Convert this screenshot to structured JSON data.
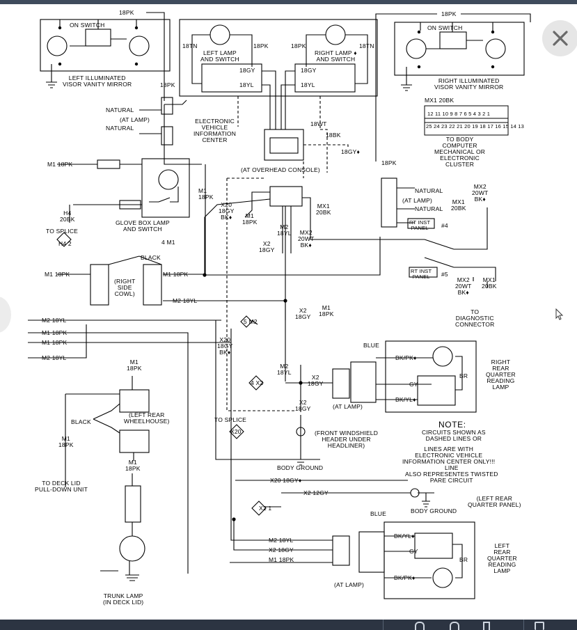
{
  "close_label": "close",
  "labels": {
    "l_18pk_top": "18PK",
    "l_18pk_top_right": "18PK",
    "l_on_switch_left": "ON SWITCH",
    "l_on_switch_right": "ON SWITCH",
    "l_left_visor": "LEFT ILLUMINATED\nVISOR VANITY MIRROR",
    "l_right_visor": "RIGHT ILLUMINATED\nVISOR VANITY MIRROR",
    "l_18tn_left": "18TN",
    "l_18pk_a": "18PK",
    "l_18pk_b": "18PK",
    "l_18tn_right": "18TN",
    "l_left_lamp_switch": "LEFT LAMP\nAND SWITCH",
    "l_right_lamp_switch": "RIGHT LAMP ♦\nAND SWITCH",
    "l_18gy_a": "18GY",
    "l_18gy_b": "18GY",
    "l_18yl_a": "18YL",
    "l_18yl_b": "18YL",
    "l_18pk_c": "18PK",
    "l_natural_a": "NATURAL",
    "l_at_lamp_a": "(AT LAMP)",
    "l_natural_b": "NATURAL",
    "l_evic": "ELECTRONIC\nVEHICLE\nINFORMATION\nCENTER",
    "l_18wt": "18WT",
    "l_18bk": "18BK",
    "l_18gy_c": "18GY♦",
    "l_overhead": "(AT OVERHEAD CONSOLE)",
    "l_mx1_20bk_top": "MX1 20BK",
    "l_conn_row1": "12 11 10 9 8 7 6 5 4 3 2 1",
    "l_conn_row2": "25 24 23 22 21 20 19 18 17 16 15 14 13",
    "l_body_computer": "TO BODY\nCOMPUTER\nMECHANICAL OR\nELECTRONIC\nCLUSTER",
    "l_m1_18pk_a": "M1 18PK",
    "l_m1_18pk_b": "M1\n18PK",
    "l_h4_20bk": "H4\n20BK",
    "l_to_splice_a": "TO SPLICE",
    "l_h4_2": "H4 2",
    "l_glove": "GLOVE BOX LAMP\nAND SWITCH",
    "l_x20_18gy_a": "X20\n18GY\nBK♦",
    "l_m1_18pk_c": "M1\n18PK",
    "l_4m1": "4 M1",
    "l_mx1_20bk_b": "MX1\n20BK",
    "l_m2_18yl_a": "M2\n18YL",
    "l_mx2_20wt_a": "MX2\n20WT\nBK♦",
    "l_x2_18gy_a": "X2\n18GY",
    "l_18pk_d": "18PK",
    "l_natural_c": "NATURAL",
    "l_at_lamp_b": "(AT LAMP)",
    "l_natural_d": "NATURAL",
    "l_mx1_20bk_c": "MX1\n20BK",
    "l_mx2_20wt_b": "MX2\n20WT\nBK♦",
    "l_rt_inst_4": "RT INST\nPANEL",
    "l_hash4": "#4",
    "l_rt_inst_5": "RT INST\nPANEL",
    "l_hash5": "#5",
    "l_mx2_20wt_c": "MX2\n20WT\nBK♦",
    "l_mx1_20bk_d": "MX1\n20BK",
    "l_to_diag": "TO\nDIAGNOSTIC\nCONNECTOR",
    "l_black_a": "BLACK",
    "l_m1_18pk_d": "M1 18PK",
    "l_m1_18pk_e": "M1 18PK",
    "l_right_side_cowl": "(RIGHT\nSIDE\nCOWL)",
    "l_m2_18yl_b": "M2 18YL",
    "l_5m2": "5 M2",
    "l_x2_18gy_b": "X2\n18GY",
    "l_m1_18pk_f": "M1\n18PK",
    "l_m2_18yl_c": "M2 18YL",
    "l_m1_18pk_g": "M1 18PK",
    "l_m1_18pk_h": "M1 18PK",
    "l_m2_18yl_d": "M2 18YL",
    "l_x20_18gy_b": "X20\n18GY\nBK♦",
    "l_m1_18pk_i": "M1\n18PK",
    "l_blue_a": "BLUE",
    "l_bkpk_a": "BK/PK♦",
    "l_gy_a": "GY",
    "l_bkyl_a": "BK/YL♦",
    "l_br_a": "BR",
    "l_right_rear": "RIGHT\nREAR\nQUARTER\nREADING\nLAMP",
    "l_m2_18yl_e": "M2\n18YL",
    "l_4x2": "4 X2",
    "l_x2_18gy_c": "X2\n18GY",
    "l_at_lamp_c": "(AT LAMP)",
    "l_x2_18gy_d": "X2\n18GY",
    "l_black_b": "BLACK",
    "l_left_rear_wheel": "(LEFT REAR\nWHEELHOUSE)",
    "l_m1_18pk_j": "M1\n18PK",
    "l_to_splice_b": "TO SPLICE",
    "l_x20": "X20",
    "l_front_wind": "(FRONT WINDSHIELD\nHEADER UNDER\nHEADLINER)",
    "l_body_ground_a": "BODY GROUND",
    "l_note_title": "NOTE:",
    "l_note_1": "CIRCUITS SHOWN AS\nDASHED LINES OR",
    "l_note_2": "LINES ARE WITH\nELECTRONIC VEHICLE\nINFORMATION CENTER ONLY!!!",
    "l_note_3": "LINE\nALSO REPRESENTES TWISTED\nPARE CIRCUIT",
    "l_m1_18pk_k": "M1\n18PK",
    "l_to_deck": "TO DECK LID\nPULL-DOWN UNIT",
    "l_x20_18gy_c": "X20 18GY♦",
    "l_x2_12gy": "X2 12GY",
    "l_left_rear_quarter_panel": "(LEFT REAR\nQUARTER PANEL)",
    "l_body_ground_b": "BODY GROUND",
    "l_x2_1": "X2 1",
    "l_blue_b": "BLUE",
    "l_bkyl_b": "BK/YL♦",
    "l_gy_b": "GY",
    "l_br_b": "BR",
    "l_bkpk_b": "BK/PK♦",
    "l_left_rear": "LEFT\nREAR\nQUARTER\nREADING\nLAMP",
    "l_m2_18yl_f": "M2 18YL",
    "l_x2_18gy_e": "X2 18GY",
    "l_m1_18pk_l": "M1 18PK",
    "l_at_lamp_d": "(AT LAMP)",
    "l_trunk": "TRUNK LAMP\n(IN DECK LID)"
  }
}
